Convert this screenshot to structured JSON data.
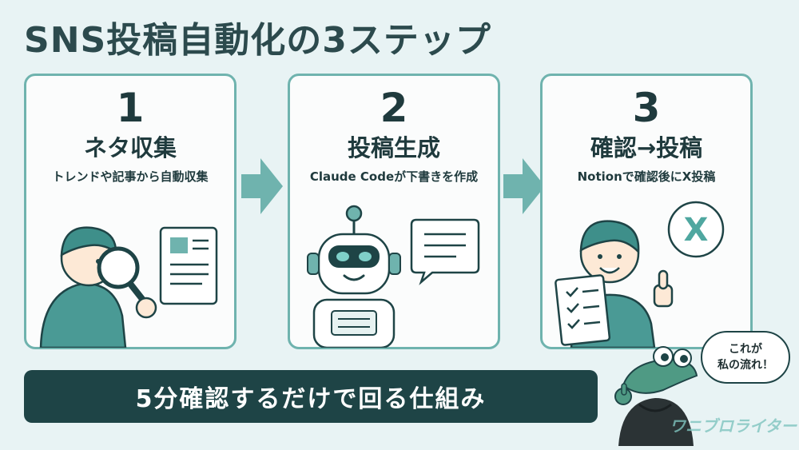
{
  "title": "SNS投稿自動化の3ステップ",
  "steps": [
    {
      "num": "1",
      "heading": "ネタ収集",
      "description": "トレンドや記事から自動収集"
    },
    {
      "num": "2",
      "heading": "投稿生成",
      "description": "Claude Codeが下書きを作成"
    },
    {
      "num": "3",
      "heading": "確認→投稿",
      "description": "Notionで確認後にX投稿"
    }
  ],
  "banner": "5分確認するだけで回る仕組み",
  "speech_bubble": {
    "line1": "これが",
    "line2": "私の流れ！"
  },
  "brand": "ワニブロライター",
  "x_logo": "X",
  "colors": {
    "teal": "#6fb3ae",
    "dark": "#1e4446",
    "background": "#e8f3f4"
  }
}
